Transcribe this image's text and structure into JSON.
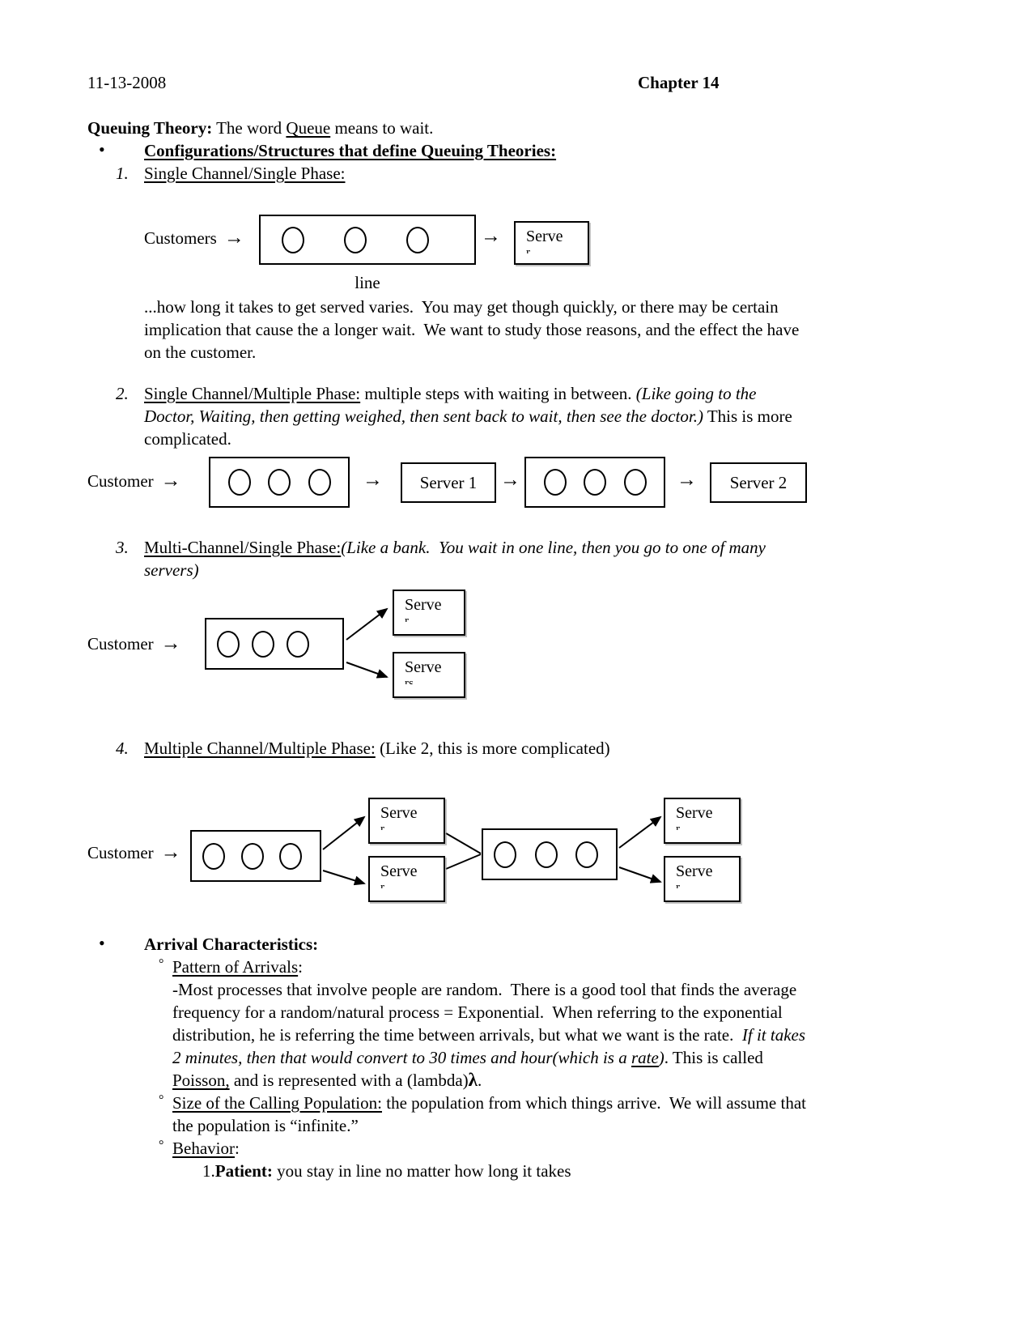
{
  "header": {
    "date": "11-13-2008",
    "chapter": "Chapter 14"
  },
  "intro": {
    "lead_bold": "Queuing Theory:",
    "pre": " The word ",
    "underlined": "Queue",
    "post": " means to wait."
  },
  "config": {
    "bullet": "•",
    "heading": "Configurations/Structures that define Queuing Theories:"
  },
  "item1": {
    "number": "1.",
    "title": "Single Channel/Single Phase:"
  },
  "diagram1": {
    "customer_label": "Customers",
    "arrow": "→",
    "serve": {
      "label": "Serve",
      "sub": "r"
    },
    "queue_caption": "line"
  },
  "para1": "...how long it takes to get served varies.  You may get though quickly, or there may be certain\nimplication that cause the a longer wait.  We want to study those reasons, and the effect the have\non the customer.",
  "item2": {
    "number": "2.",
    "title": "Single Channel/Multiple Phase:",
    "after_title": " multiple steps with waiting in between. ",
    "italic": "(Like going to the\nDoctor, Waiting, then getting weighed, then sent back to wait, then see the doctor.)",
    "end": " This is more\ncomplicated."
  },
  "diagram2": {
    "customer_label": "Customer",
    "arrow": "→",
    "server1": "Server 1",
    "server2": "Server 2"
  },
  "item3": {
    "number": "3.",
    "title": "Multi-Channel/Single Phase:",
    "italic": "(Like a bank.  You wait in one line, then you go to one of many\nservers)"
  },
  "diagram3": {
    "customer_label": "Customer",
    "arrow": "→",
    "serve_top": {
      "label": "Serve",
      "sub": "r"
    },
    "serve_bottom": {
      "label": "Serve",
      "sub": "rs"
    }
  },
  "item4": {
    "number": "4.",
    "title": "Multiple Channel/Multiple Phase:",
    "rest": " (Like 2, this is more complicated)"
  },
  "diagram4": {
    "customer_label": "Customer",
    "arrow": "→",
    "serve_top_left": {
      "label": "Serve",
      "sub": "r"
    },
    "serve_bottom_left": {
      "label": "Serve",
      "sub": "r"
    },
    "serve_top_right": {
      "label": "Serve",
      "sub": "r"
    },
    "serve_bottom_right": {
      "label": "Serve",
      "sub": "r"
    }
  },
  "arrival": {
    "bullet": "•",
    "heading": "Arrival Characteristics:",
    "pattern": {
      "marker": "°",
      "title": "Pattern of Arrivals",
      "colon": ":",
      "body1": "-Most processes that involve people are random.  There is a good tool that finds the average\nfrequency for a random/natural process = Exponential.  When referring to the exponential\ndistribution, he is referring the time between arrivals, but what we want is the rate.  ",
      "italic1": "If it takes\n2 minutes, then that would convert to 30 times and hour(which is a ",
      "italic_underlined": "rate",
      "italic2": ")",
      "body2": ". This is called\n",
      "poisson": "Poisson,",
      "body3": " and is represented with a (lambda)",
      "lambda": "λ",
      "body4": "."
    },
    "size": {
      "marker": "°",
      "title": "Size of the Calling Population:",
      "text": " the population from which things arrive.  We will assume that\nthe population is “infinite.”"
    },
    "behavior": {
      "marker": "°",
      "title": "Behavior",
      "colon": ":",
      "patient": {
        "number": "1.",
        "bold": "Patient:",
        "text": " you stay in line no matter how long it takes"
      }
    }
  }
}
